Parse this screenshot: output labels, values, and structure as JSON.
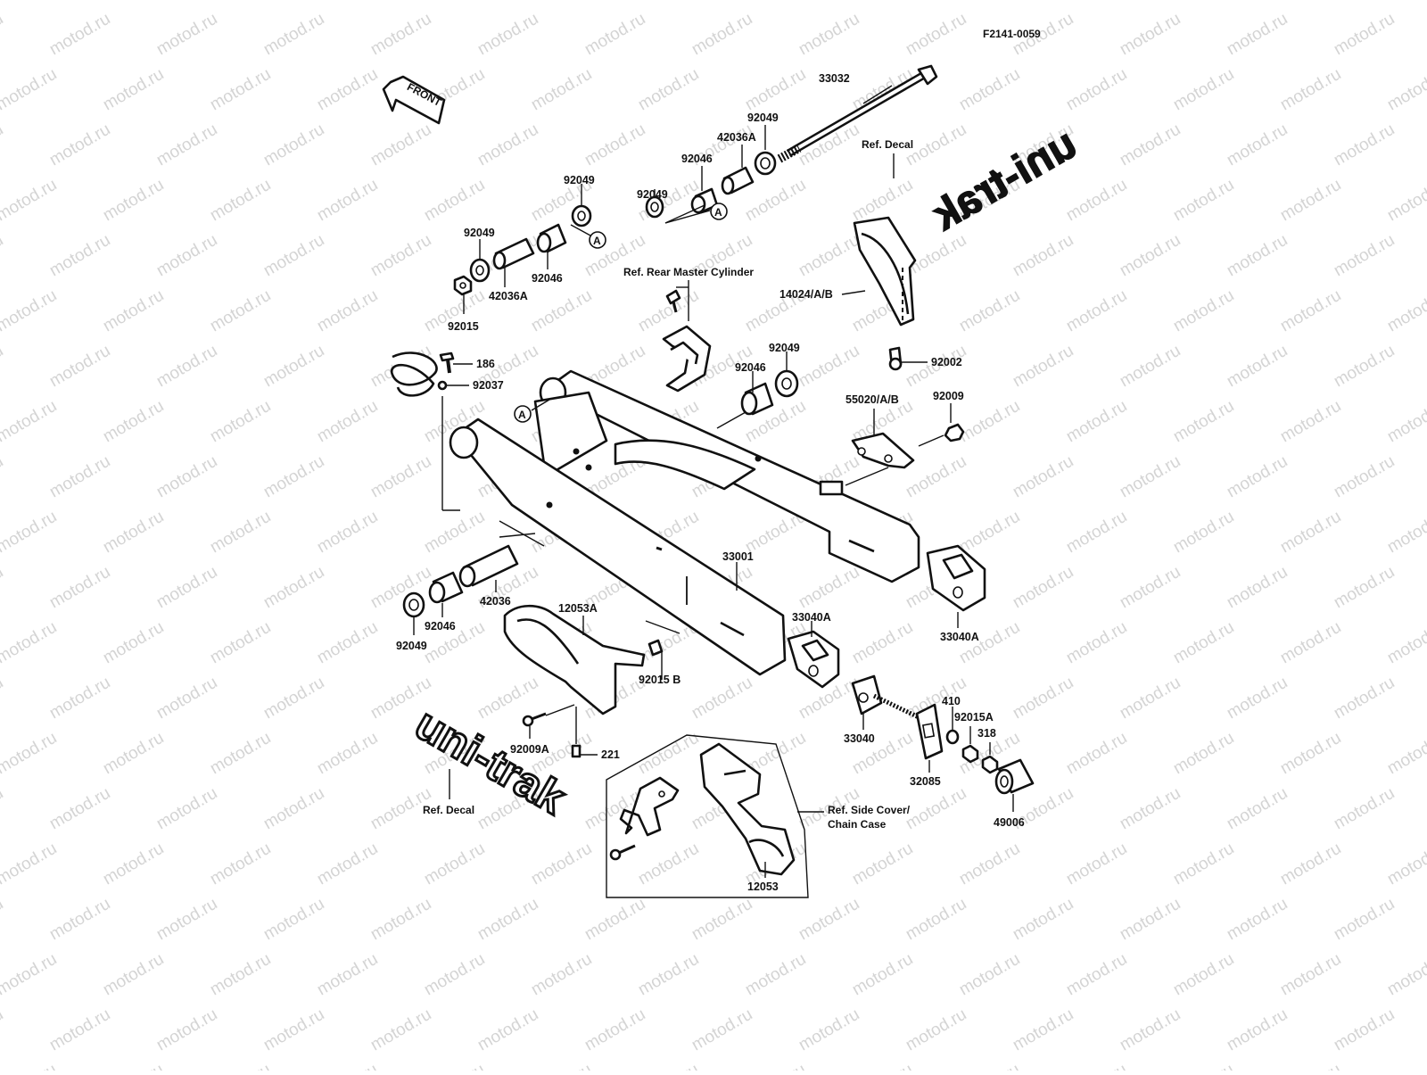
{
  "figure_code": "F2141-0059",
  "front_label": "FRONT",
  "watermark": "motod.ru",
  "callout_a": "A",
  "decal_text": "uni-trak",
  "notes": {
    "ref_rear_master_cylinder": "Ref. Rear Master Cylinder",
    "ref_decal_top": "Ref. Decal",
    "ref_decal_bottom": "Ref. Decal",
    "ref_side_cover_1": "Ref. Side Cover/",
    "ref_side_cover_2": "Chain Case"
  },
  "parts": {
    "p33032": "33032",
    "p92049_top": "92049",
    "p42036a_top": "42036A",
    "p92046_top": "92046",
    "p92049_mid": "92049",
    "p92049_upleft": "92049",
    "p92049_left": "92049",
    "p92046_left": "92046",
    "p42036a_left": "42036A",
    "p92015": "92015",
    "p186": "186",
    "p92037": "92037",
    "p14024": "14024/A/B",
    "p92002": "92002",
    "p92049_center": "92049",
    "p92046_center": "92046",
    "p55020": "55020/A/B",
    "p92009": "92009",
    "p33001": "33001",
    "p33040a_right": "33040A",
    "p33040a_center": "33040A",
    "p42036": "42036",
    "p92046_low": "92046",
    "p92049_low": "92049",
    "p12053a": "12053A",
    "p92015b": "92015 B",
    "p33040": "33040",
    "p410": "410",
    "p92015a": "92015A",
    "p318": "318",
    "p32085": "32085",
    "p49006": "49006",
    "p92009a": "92009A",
    "p221": "221",
    "p12053": "12053"
  }
}
